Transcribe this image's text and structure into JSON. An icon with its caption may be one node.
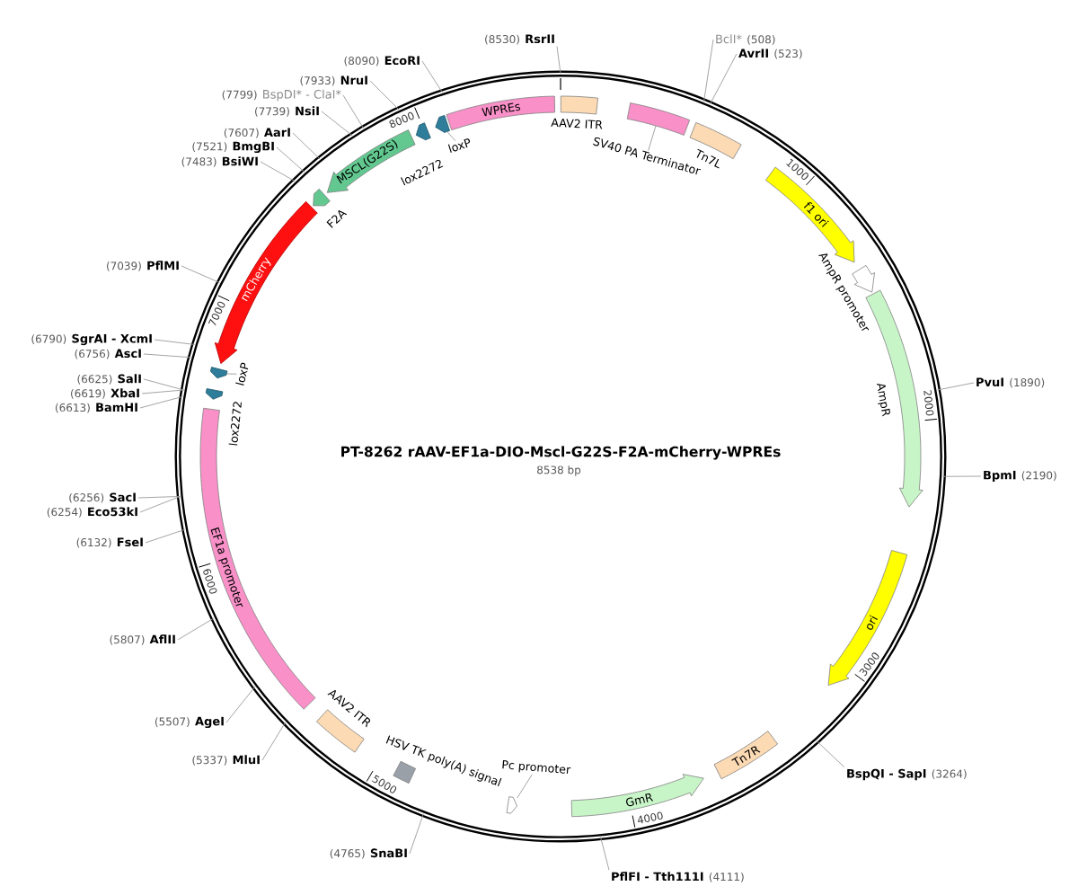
{
  "diagram": {
    "title": "PT-8262 rAAV-EF1a-DIO-Mscl-G22S-F2A-mCherry-WPREs",
    "nodes": [
      {
        "text": [],
        "shape": "circle"
      },
      {
        "text": [
          "AAV2 ITR"
        ],
        "in": 0
      },
      {
        "text": [],
        "shape": "box",
        "in": 0
      },
      {
        "text": [
          "SV40 PA Terminator"
        ],
        "in": 0
      },
      {
        "text": [
          "Tn7L"
        ],
        "in": 0
      },
      {
        "text": [
          "f1 ori"
        ],
        "in": 0
      },
      {
        "text": [
          "AmpR promoter"
        ],
        "in": 0
      },
      {
        "text": [
          "AmpR"
        ],
        "in": 0
      },
      {
        "text": [
          "ori"
        ],
        "in": 0
      },
      {
        "text": [
          "Tn7R"
        ],
        "in": 0
      },
      {
        "text": [
          "GmR"
        ],
        "in": 0
      },
      {
        "text": [],
        "shape": "pentagon",
        "in": 0
      },
      {
        "text": [
          "Pc promoter"
        ],
        "in": 0
      },
      {
        "text": [
          "HSV TK poly(A) signal"
        ],
        "in": 0
      },
      {
        "text": [
          "AAV2 ITR"
        ],
        "in": 0
      },
      {
        "text": [
          "EF1a promoter"
        ],
        "in": 0
      },
      {
        "text": [
          "lox2272"
        ],
        "in": 0
      },
      {
        "text": [],
        "shape": "pentagon",
        "in": 0
      },
      {
        "text": [
          "loxP"
        ],
        "in": 0
      },
      {
        "text": [
          "mCherry"
        ],
        "in": 0
      },
      {
        "text": [
          "F2A"
        ],
        "in": 0
      },
      {
        "text": [
          "MSCL(G22S)"
        ],
        "in": 0
      },
      {
        "text": [
          "lox2272"
        ],
        "in": 0
      },
      {
        "text": [],
        "shape": "pentagon",
        "in": 0
      },
      {
        "text": [
          "loxP"
        ],
        "in": 0
      },
      {
        "text": [
          "WPREs"
        ],
        "in": 0
      },
      {
        "text": [
          "BclI*",
          "(508)"
        ]
      },
      {
        "text": [
          "AvrII",
          "(523)"
        ]
      },
      {
        "text": [
          "PvuI",
          "(1890)"
        ]
      },
      {
        "text": [
          "BpmI",
          "(2190)"
        ]
      },
      {
        "text": [
          "BspQI - SapI",
          "(3264)"
        ]
      },
      {
        "text": [
          "PflFI - Tth111I",
          "(4111)"
        ]
      },
      {
        "text": [
          "(4765)",
          "SnaBI"
        ]
      },
      {
        "text": [
          "(5337)",
          "MluI"
        ]
      },
      {
        "text": [
          "(5507)",
          "AgeI"
        ]
      },
      {
        "text": [
          "(5807)",
          "AflII"
        ]
      },
      {
        "text": [
          "(6132)",
          "FseI"
        ]
      },
      {
        "text": [
          "(6254)",
          "Eco53kI"
        ]
      },
      {
        "text": [
          "(6256)",
          "SacI"
        ]
      },
      {
        "text": [
          "(6613)",
          "BamHI"
        ]
      },
      {
        "text": [
          "(6619)",
          "XbaI"
        ]
      },
      {
        "text": [
          "(6625)",
          "SalI"
        ]
      },
      {
        "text": [
          "(6756)",
          "AscI"
        ]
      },
      {
        "text": [
          "(6790)",
          "SgrAI - XcmI"
        ]
      },
      {
        "text": [
          "(7039)",
          "PflMI"
        ]
      },
      {
        "text": [
          "(7483)",
          "BsiWI"
        ]
      },
      {
        "text": [
          "(7521)",
          "BmgBI"
        ]
      },
      {
        "text": [
          "(7607)",
          "AarI"
        ]
      },
      {
        "text": [
          "(7739)",
          "NsiI"
        ]
      },
      {
        "text": [
          "(7799)",
          "BspDI* - ClaI*"
        ]
      },
      {
        "text": [
          "(7933)",
          "NruI"
        ]
      },
      {
        "text": [
          "(8090)",
          "EcoRI"
        ]
      },
      {
        "text": [
          "(8530)",
          "RsrII"
        ]
      }
    ],
    "edges": [
      {
        "from": 26,
        "to": 0,
        "arrow": "none"
      },
      {
        "from": 27,
        "to": 0,
        "arrow": "none"
      },
      {
        "from": 28,
        "to": 0,
        "arrow": "none"
      },
      {
        "from": 29,
        "to": 0,
        "arrow": "none"
      },
      {
        "from": 30,
        "to": 0,
        "arrow": "none"
      },
      {
        "from": 31,
        "to": 0,
        "arrow": "none"
      },
      {
        "from": 32,
        "to": 0,
        "arrow": "none"
      },
      {
        "from": 33,
        "to": 0,
        "arrow": "none"
      },
      {
        "from": 34,
        "to": 0,
        "arrow": "none"
      },
      {
        "from": 35,
        "to": 0,
        "arrow": "none"
      },
      {
        "from": 36,
        "to": 0,
        "arrow": "none"
      },
      {
        "from": 37,
        "to": 0,
        "arrow": "none"
      },
      {
        "from": 38,
        "to": 0,
        "arrow": "none"
      },
      {
        "from": 39,
        "to": 0,
        "arrow": "none"
      },
      {
        "from": 40,
        "to": 0,
        "arrow": "none"
      },
      {
        "from": 41,
        "to": 0,
        "arrow": "none"
      },
      {
        "from": 42,
        "to": 0,
        "arrow": "none"
      },
      {
        "from": 43,
        "to": 0,
        "arrow": "none"
      },
      {
        "from": 44,
        "to": 0,
        "arrow": "none"
      },
      {
        "from": 45,
        "to": 0,
        "arrow": "none"
      },
      {
        "from": 46,
        "to": 0,
        "arrow": "none"
      },
      {
        "from": 47,
        "to": 0,
        "arrow": "none"
      },
      {
        "from": 48,
        "to": 0,
        "arrow": "none"
      },
      {
        "from": 49,
        "to": 0,
        "arrow": "none"
      },
      {
        "from": 50,
        "to": 0,
        "arrow": "none"
      },
      {
        "from": 51,
        "to": 0,
        "arrow": "none"
      },
      {
        "from": 52,
        "to": 0,
        "arrow": "none"
      },
      {
        "from": 3,
        "to": 2,
        "arrow": "none"
      },
      {
        "from": 12,
        "to": 11,
        "arrow": "none"
      },
      {
        "from": 18,
        "to": 17,
        "arrow": "none"
      },
      {
        "from": 24,
        "to": 23,
        "arrow": "none"
      }
    ],
    "labels": [
      "8538 bp",
      "1000",
      "2000",
      "3000",
      "4000",
      "5000",
      "6000",
      "7000",
      "8000"
    ]
  }
}
